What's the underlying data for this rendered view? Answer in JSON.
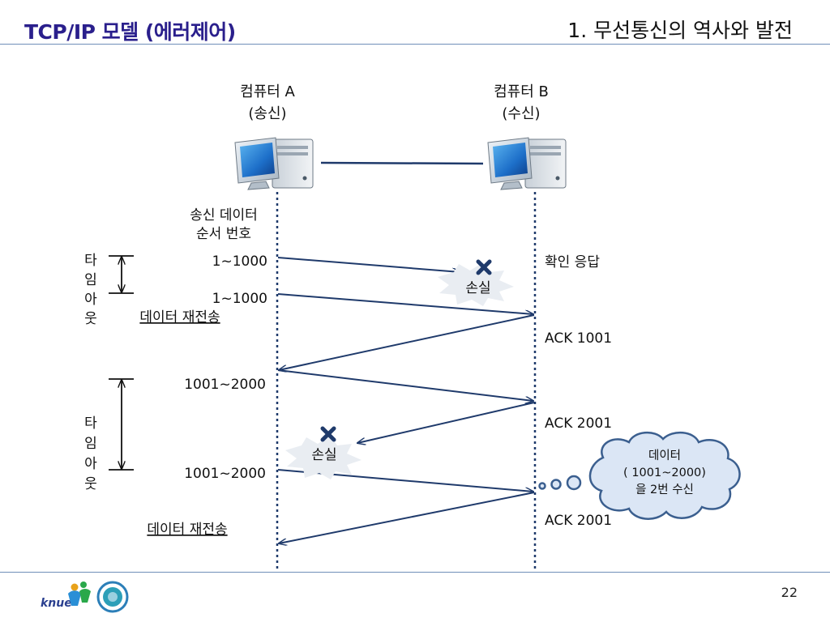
{
  "header": {
    "title": "TCP/IP 모델 (에러제어)",
    "section": "1. 무선통신의 역사와 발전"
  },
  "hosts": {
    "a": {
      "name": "컴퓨터 A",
      "role": "(송신)"
    },
    "b": {
      "name": "컴퓨터 B",
      "role": "(수신)"
    }
  },
  "labels": {
    "send_data_1": "송신 데이터",
    "send_data_2": "순서 번호",
    "ack_label": "확인 응답",
    "retransmit_1": "데이터 재전송",
    "retransmit_2": "데이터 재전송",
    "timeout_chars_1": [
      "타",
      "임",
      "아",
      "웃"
    ],
    "timeout_chars_2": [
      "타",
      "임",
      "아",
      "웃"
    ],
    "loss_1": "손실",
    "loss_2": "손실"
  },
  "segments": {
    "seq1": "1~1000",
    "seq2": "1~1000",
    "seq3": "1001~2000",
    "seq4": "1001~2000"
  },
  "acks": {
    "ack1": "ACK 1001",
    "ack2": "ACK 2001",
    "ack3": "ACK 2001"
  },
  "cloud": {
    "line1": "데이터",
    "line2": "( 1001~2000)",
    "line3": "을 2번 수신"
  },
  "footer": {
    "page": "22",
    "logo_text": "knue"
  },
  "colors": {
    "title": "#2a1f8c",
    "arrow": "#1f3a6b",
    "rule": "#6f8fb8",
    "cloud_fill": "#dbe6f5",
    "cloud_stroke": "#3b5f8f"
  }
}
